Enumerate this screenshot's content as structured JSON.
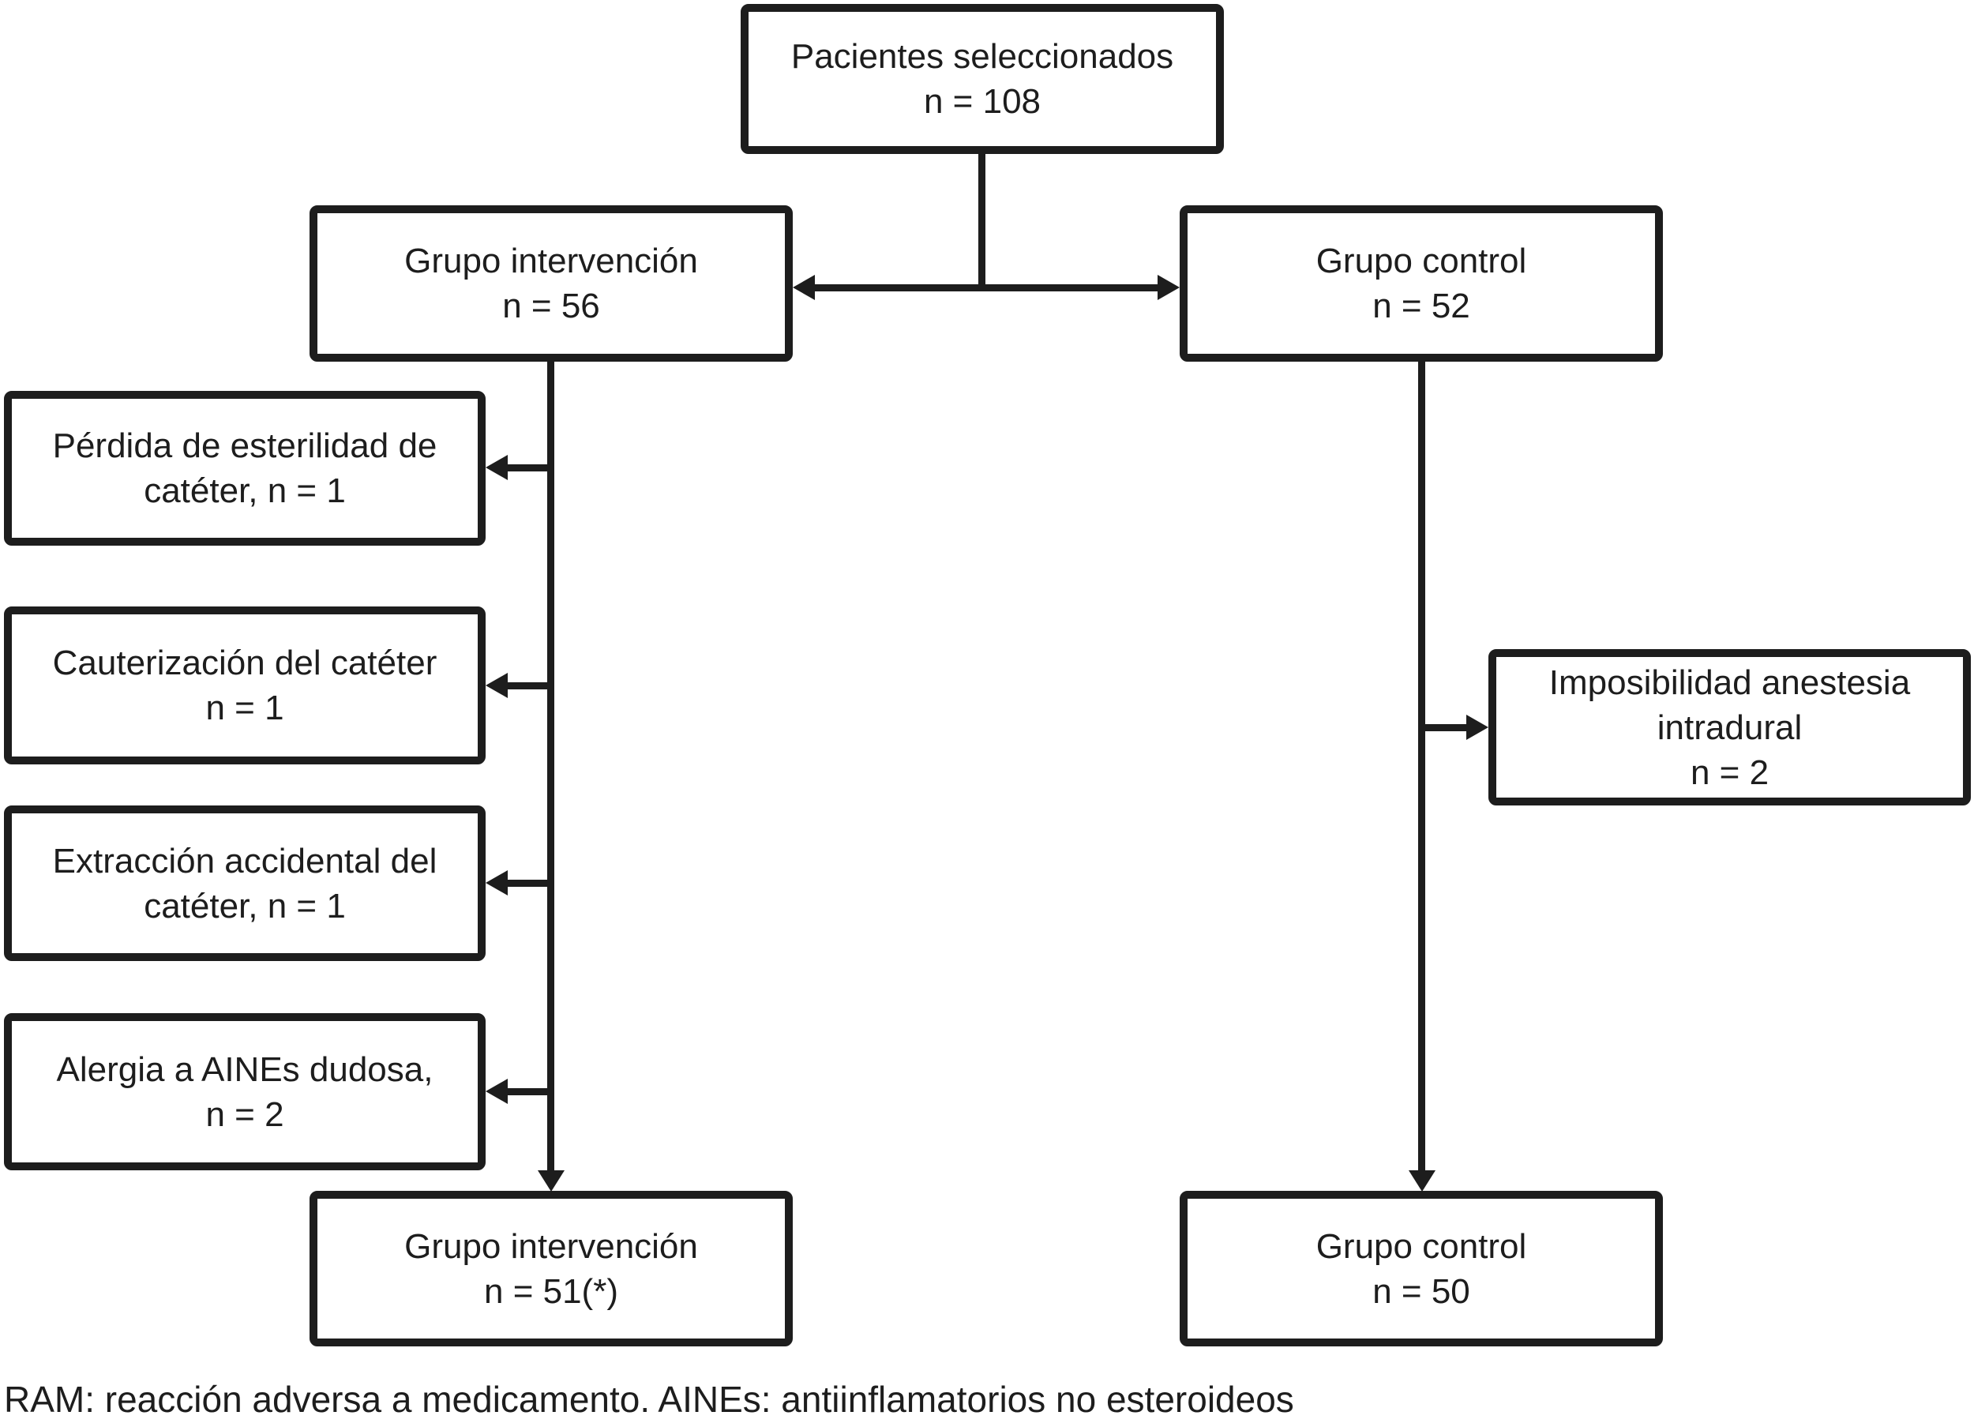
{
  "figure": {
    "type": "flowchart",
    "colors": {
      "ink": "#1d1d1d",
      "background": "#ffffff"
    },
    "nodes": {
      "selected": {
        "title": "Pacientes seleccionados",
        "n": "n = 108"
      },
      "intervention": {
        "title": "Grupo intervención",
        "n": "n = 56"
      },
      "control": {
        "title": "Grupo control",
        "n": "n = 52"
      },
      "intervention_final": {
        "title": "Grupo intervención",
        "n": "n = 51(*)"
      },
      "control_final": {
        "title": "Grupo control",
        "n": "n = 50"
      },
      "control_exclusion": {
        "line1": "Imposibilidad anestesia",
        "line2": "intradural",
        "n": "n = 2"
      },
      "intervention_exclusions": [
        {
          "line1": "Pérdida de esterilidad de",
          "line2": "catéter, n = 1"
        },
        {
          "line1": "Cauterización del catéter",
          "line2": "n = 1"
        },
        {
          "line1": "Extracción accidental del",
          "line2": "catéter, n = 1"
        },
        {
          "line1": "Alergia a AINEs dudosa,",
          "line2": "n = 2"
        }
      ]
    },
    "footnote": "RAM: reacción adversa a medicamento. AINEs: antiinflamatorios no esteroideos"
  }
}
